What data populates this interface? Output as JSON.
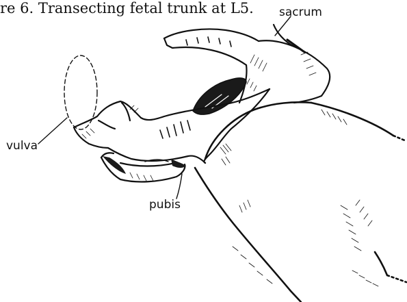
{
  "caption": "re 6. Transecting fetal trunk at L5.",
  "labels": {
    "sacrum": "sacrum",
    "vulva": "vulva",
    "pubis": "pubis"
  }
}
